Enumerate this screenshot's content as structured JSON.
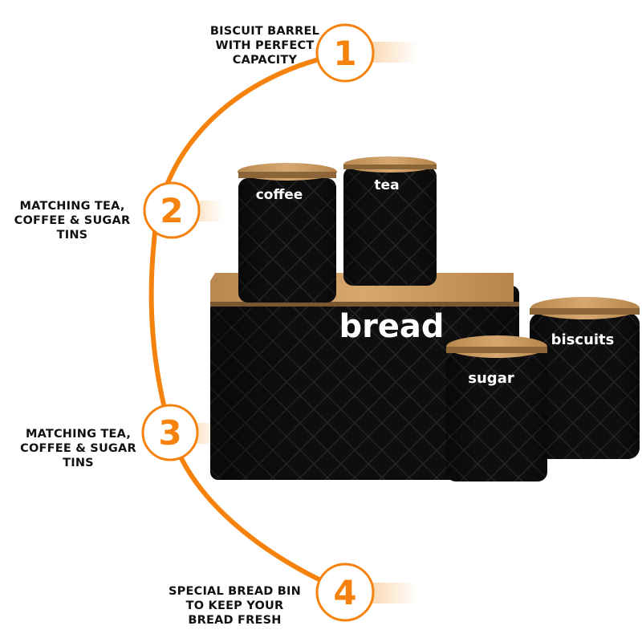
{
  "features": [
    {
      "number": "1",
      "lines": [
        "BISCUIT BARREL",
        "WITH PERFECT",
        "CAPACITY"
      ]
    },
    {
      "number": "2",
      "lines": [
        "MATCHING TEA,",
        "COFFEE & SUGAR",
        "TINS"
      ]
    },
    {
      "number": "3",
      "lines": [
        "MATCHING TEA,",
        "COFFEE & SUGAR",
        "TINS"
      ]
    },
    {
      "number": "4",
      "lines": [
        "SPECIAL BREAD BIN",
        "TO KEEP YOUR",
        "BREAD FRESH"
      ]
    }
  ],
  "products": {
    "coffee": "coffee",
    "tea": "tea",
    "bread": "bread",
    "biscuits": "biscuits",
    "sugar": "sugar"
  },
  "colors": {
    "accent": "#f5820d",
    "canister": "#0d0d0d",
    "bamboo": "#c99a62",
    "text": "#111111"
  }
}
